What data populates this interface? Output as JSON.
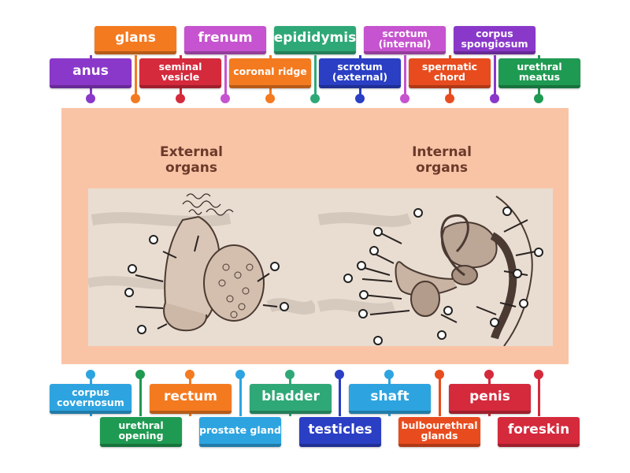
{
  "panel": {
    "heading_left": "External organs",
    "heading_right": "Internal organs",
    "colors": {
      "panel_bg": "#f9c4a6",
      "illustration_bg": "#e9ddd2",
      "ink": "#4a3a32"
    }
  },
  "labels_top_row1": [
    {
      "text": "glans",
      "color": "#f47a20"
    },
    {
      "text": "frenum",
      "color": "#c653cf"
    },
    {
      "text": "epididymis",
      "color": "#2fa877"
    },
    {
      "text": "scrotum (internal)",
      "color": "#c653cf"
    },
    {
      "text": "corpus spongiosum",
      "color": "#8a38c9"
    }
  ],
  "labels_top_row2": [
    {
      "text": "anus",
      "color": "#8a38c9"
    },
    {
      "text": "seminal vesicle",
      "color": "#d42a3c"
    },
    {
      "text": "coronal ridge",
      "color": "#f47a20"
    },
    {
      "text": "scrotum (external)",
      "color": "#2a3fc4"
    },
    {
      "text": "spermatic chord",
      "color": "#e84c1e"
    },
    {
      "text": "urethral meatus",
      "color": "#1f9a52"
    }
  ],
  "labels_bottom_row1": [
    {
      "text": "corpus covernosum",
      "color": "#2da4e0"
    },
    {
      "text": "rectum",
      "color": "#f47a20"
    },
    {
      "text": "bladder",
      "color": "#2fa877"
    },
    {
      "text": "shaft",
      "color": "#2da4e0"
    },
    {
      "text": "penis",
      "color": "#d42a3c"
    }
  ],
  "labels_bottom_row2": [
    {
      "text": "urethral opening",
      "color": "#1f9a52"
    },
    {
      "text": "prostate gland",
      "color": "#2da4e0"
    },
    {
      "text": "testicles",
      "color": "#2a3fc4"
    },
    {
      "text": "bulbourethral glands",
      "color": "#e84c1e"
    },
    {
      "text": "foreskin",
      "color": "#d42a3c"
    }
  ],
  "top_dot_colors": [
    "#8a38c9",
    "#f47a20",
    "#d42a3c",
    "#c653cf",
    "#f47a20",
    "#2fa877",
    "#2a3fc4",
    "#c653cf",
    "#e84c1e",
    "#8a38c9",
    "#1f9a52"
  ],
  "bottom_dot_colors": [
    "#2da4e0",
    "#1f9a52",
    "#f47a20",
    "#2da4e0",
    "#2fa877",
    "#2a3fc4",
    "#2da4e0",
    "#e84c1e",
    "#d42a3c",
    "#d42a3c"
  ]
}
